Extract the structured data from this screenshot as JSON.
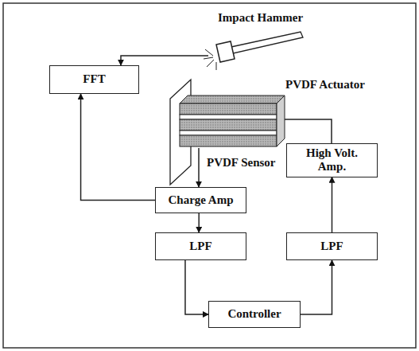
{
  "diagram": {
    "nodes": [
      {
        "text": [
          "FFT"
        ]
      },
      {
        "text": [
          "Charge Amp"
        ]
      },
      {
        "text": [
          "High Volt. Amp."
        ]
      },
      {
        "text": [
          "LPF"
        ]
      },
      {
        "text": [
          "LPF"
        ]
      },
      {
        "text": [
          "Controller"
        ]
      }
    ],
    "edges": [
      {
        "from": 1,
        "to": 0,
        "arrow": "to"
      },
      {
        "from": 1,
        "to": 3,
        "arrow": "to"
      },
      {
        "from": 3,
        "to": 5,
        "arrow": "to"
      },
      {
        "from": 5,
        "to": 4,
        "arrow": "to"
      },
      {
        "from": 4,
        "to": 2,
        "arrow": "to"
      }
    ],
    "labels": [
      "Impact Hammer",
      "PVDF Actuator",
      "PVDF Sensor"
    ]
  }
}
